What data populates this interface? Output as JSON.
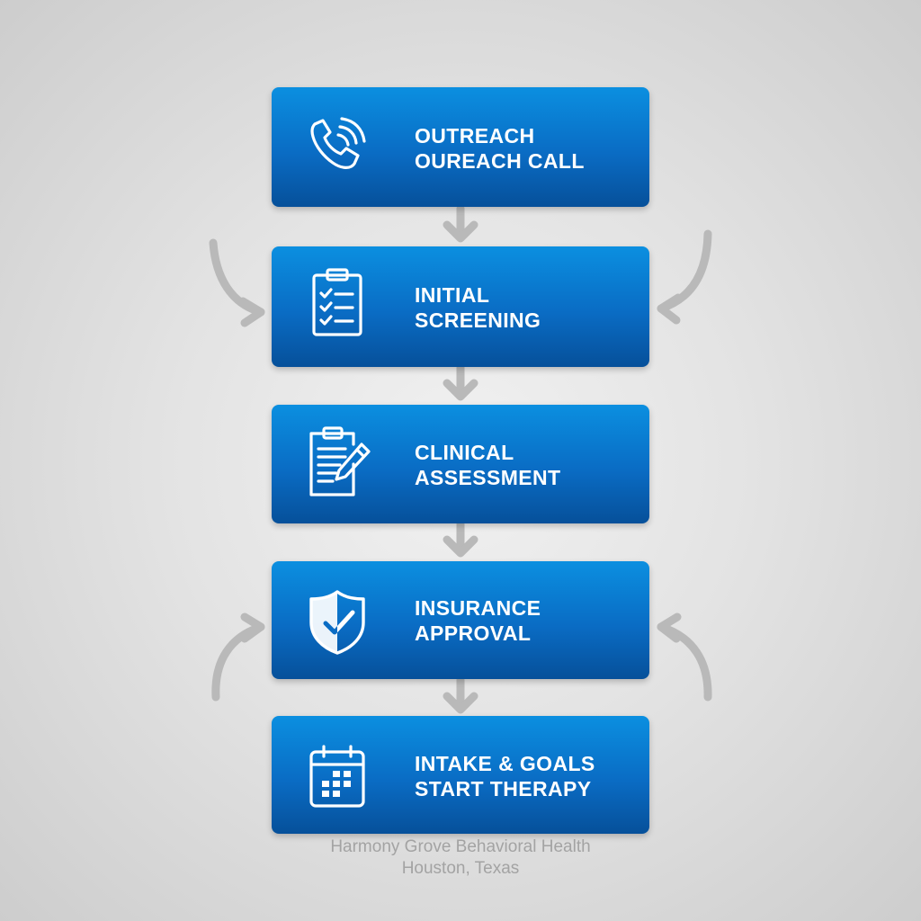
{
  "steps": [
    {
      "icon": "phone-call-icon",
      "line1": "OUTREACH",
      "line2": "OUREACH CALL"
    },
    {
      "icon": "clipboard-checklist-icon",
      "line1": "INITIAL",
      "line2": "SCREENING"
    },
    {
      "icon": "clipboard-pen-icon",
      "line1": "CLINICAL",
      "line2": "ASSESSMENT"
    },
    {
      "icon": "shield-check-icon",
      "line1": "INSURANCE",
      "line2": "APPROVAL"
    },
    {
      "icon": "calendar-icon",
      "line1": "INTAKE & GOALS",
      "line2": "START THERAPY"
    }
  ],
  "footer": {
    "organization": "Harmony Grove Behavioral Health",
    "location": "Houston, Texas"
  },
  "colors": {
    "box_top": "#0b8fe0",
    "box_bottom": "#06509a",
    "connector": "#b9b9b9",
    "footer_text": "#a3a3a3"
  }
}
